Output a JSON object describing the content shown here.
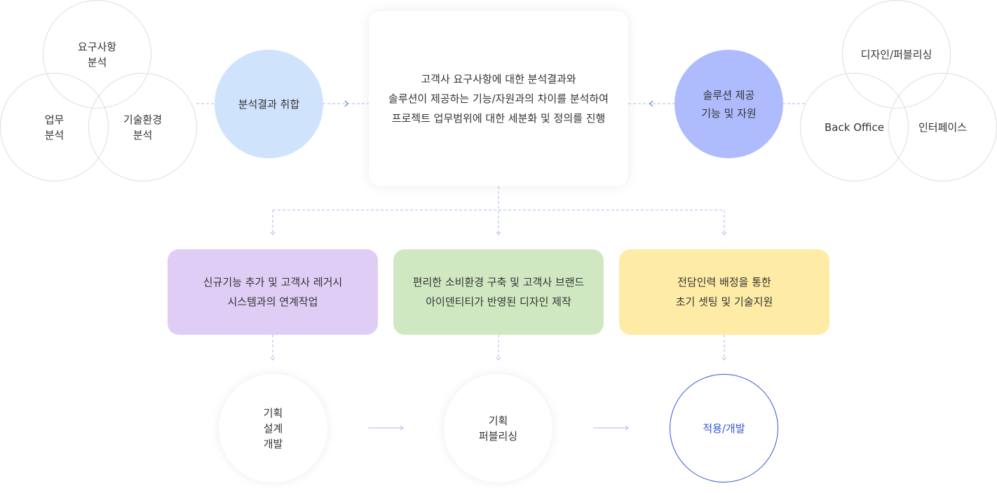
{
  "left_cluster": {
    "top": "요구사항\n분석",
    "left": "업무\n분석",
    "right": "기술환경\n분석"
  },
  "analysis_node": "분석결과 취합",
  "center_box": "고객사 요구사항에 대한 분석결과와\n솔루션이 제공하는 기능/자원과의 차이를 분석하여\n프로젝트 업무범위에 대한 세분화 및 정의를 진행",
  "solution_node": "솔루션 제공\n기능 및 자원",
  "right_cluster": {
    "top": "디자인/퍼블리싱",
    "left": "Back Office",
    "right": "인터페이스"
  },
  "cards": [
    {
      "text": "신규기능 추가 및 고객사 레거시\n시스템과의 연계작업",
      "color": "#dfcdf6"
    },
    {
      "text": "편리한 소비환경 구축 및 고객사 브랜드\n아이덴티티가 반영된 디자인 제작",
      "color": "#cfe8c2"
    },
    {
      "text": "전담인력 배정을 통한\n초기 셋팅 및 기술지원",
      "color": "#feeca6"
    }
  ],
  "steps": [
    {
      "text": "기획\n설계\n개발"
    },
    {
      "text": "기획\n퍼블리싱"
    },
    {
      "text": "적용/개발"
    }
  ],
  "colors": {
    "analysis_fill": "#cfe3fd",
    "solution_fill": "#aebcfe",
    "connector": "#a9bce6",
    "highlight": "#3156d3",
    "ring": "#dddddd"
  }
}
